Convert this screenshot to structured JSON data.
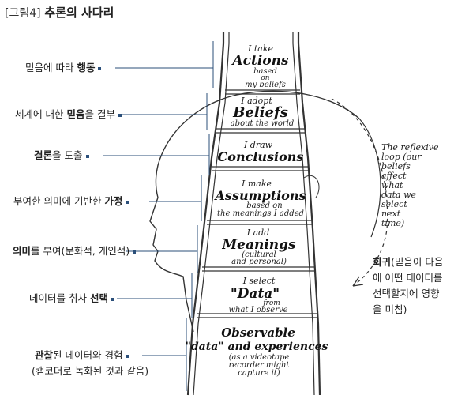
{
  "title": {
    "tag": "[그림4]",
    "main": "추론의 사다리"
  },
  "labels": [
    {
      "pre": "믿음에 따라 ",
      "bold": "행동",
      "post": ""
    },
    {
      "pre": "세계에 대한 ",
      "bold": "믿음",
      "post": "을 결부"
    },
    {
      "pre": "",
      "bold": "결론",
      "post": "을 도출"
    },
    {
      "pre": "부여한 의미에 기반한 ",
      "bold": "가정",
      "post": ""
    },
    {
      "pre": "",
      "bold": "의미",
      "post": "를 부여(문화적, 개인적)"
    },
    {
      "pre": "데이터를 취사 ",
      "bold": "선택",
      "post": ""
    },
    {
      "pre": "",
      "bold": "관찰",
      "post": "된 데이터와 경험"
    }
  ],
  "bottom_label_line2": "(캠코더로 녹화된 것과 같음)",
  "rungs": [
    {
      "small1": "I take",
      "big": "Actions",
      "small2": "based",
      "small3": "on",
      "small4": "my beliefs"
    },
    {
      "small1": "I adopt",
      "big": "Beliefs",
      "small2": "about the world"
    },
    {
      "small1": "I draw",
      "big": "Conclusions"
    },
    {
      "small1": "I make",
      "big": "Assumptions",
      "small2": "based on",
      "small3": "the meanings I added"
    },
    {
      "small1": "I add",
      "big": "Meanings",
      "small2": "(cultural",
      "small3": "and personal)"
    },
    {
      "small1": "I select",
      "big": "\"Data\"",
      "small2": "from",
      "small3": "what I observe"
    },
    {
      "big": "Observable",
      "big2": "\"data\" and experiences",
      "small1": "(as a videotape",
      "small2": "recorder might",
      "small3": "capture it)"
    }
  ],
  "reflexive_note": [
    "The reflexive",
    "loop (our",
    "beliefs",
    "affect",
    "what",
    "data we",
    "select",
    "next",
    "time)"
  ],
  "side_note": {
    "bold": "회귀",
    "lines": [
      "(믿음이 다음",
      "에 어떤 데이터를",
      "선택할지에 영향",
      "을 미침)"
    ]
  },
  "colors": {
    "bullet": "#2b4f7a",
    "connector": "#2b4f7a",
    "ink": "#222222"
  }
}
